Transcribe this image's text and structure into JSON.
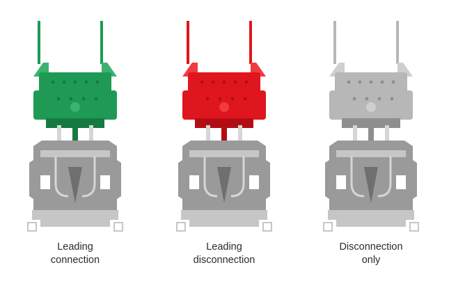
{
  "panels": [
    {
      "line1": "Leading",
      "line2": "connection",
      "plug_color": "#1f9a55",
      "plug_dark": "#157a42",
      "plug_light": "#3bb36f"
    },
    {
      "line1": "Leading",
      "line2": "disconnection",
      "plug_color": "#e0161e",
      "plug_dark": "#b30d14",
      "plug_light": "#f03b40"
    },
    {
      "line1": "Disconnection",
      "line2": "only",
      "plug_color": "#b7b7b7",
      "plug_dark": "#8e8e8e",
      "plug_light": "#cfcfcf"
    }
  ],
  "colors": {
    "terminal_body": "#9a9a9a",
    "terminal_dark": "#6f6f6f",
    "terminal_light": "#c6c6c6",
    "metal": "#d6d6d6"
  }
}
